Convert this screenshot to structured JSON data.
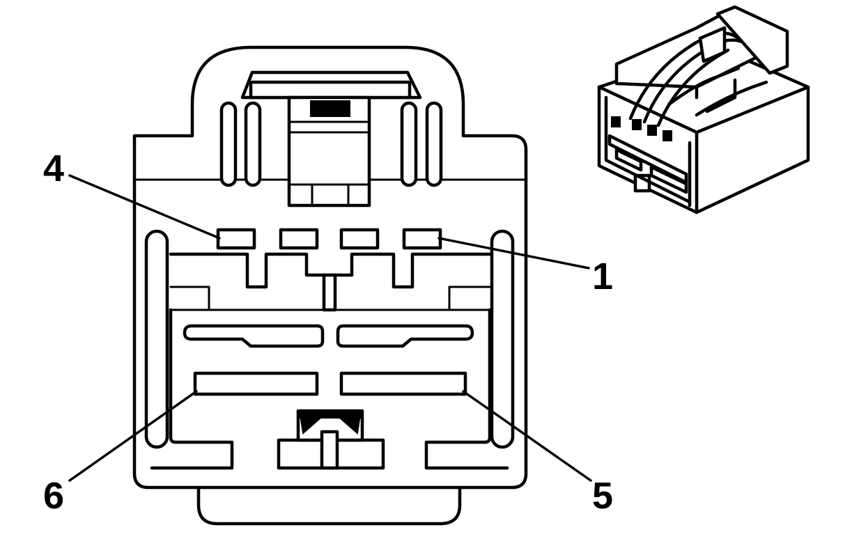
{
  "labels": {
    "pin_1": "1",
    "pin_4": "4",
    "pin_5": "5",
    "pin_6": "6"
  },
  "colors": {
    "line": "#000000",
    "background": "#ffffff"
  }
}
